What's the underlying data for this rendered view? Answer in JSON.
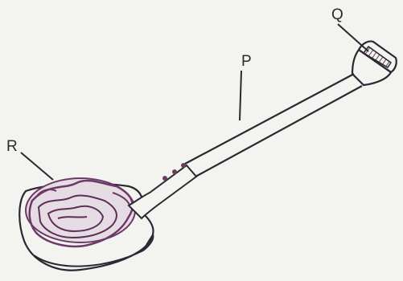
{
  "figure": {
    "object": "shovel",
    "labels": {
      "q": "Q",
      "p": "P",
      "r": "R"
    },
    "colors": {
      "paper": "#f3f3ef",
      "ink": "#2b2733",
      "load": "#6b3a66",
      "grip_hatch": "#6d3d5e"
    }
  }
}
